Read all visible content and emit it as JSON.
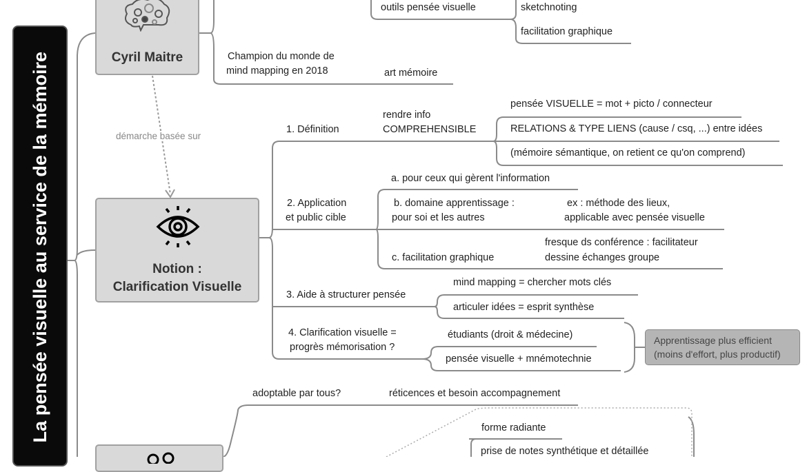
{
  "title": "La pensée visuelle au service de la mémoire",
  "nodes": {
    "cyril": {
      "label": "Cyril Maitre",
      "icon": "brain-gears-icon"
    },
    "notion": {
      "line1": "Notion :",
      "line2": "Clarification Visuelle",
      "icon": "eye-icon"
    },
    "third": {
      "icon": "people-icon"
    }
  },
  "relation_label": "démarche basée sur",
  "cyril_branches": {
    "outils": "outils pensée visuelle",
    "sketchnoting": "sketchnoting",
    "facilitation": "facilitation graphique",
    "champion_l1": "Champion du monde de",
    "champion_l2": "mind mapping en 2018",
    "art": "art mémoire"
  },
  "notion_branches": {
    "def": {
      "label": "1. Définition",
      "sub_l1": "rendre info",
      "sub_l2": "COMPREHENSIBLE",
      "items": [
        "pensée VISUELLE = mot + picto / connecteur",
        "RELATIONS & TYPE LIENS (cause / csq, ...) entre idées",
        "(mémoire sémantique, on retient ce qu'on comprend)"
      ]
    },
    "app": {
      "l1": "2. Application",
      "l2": "et public cible",
      "a": "a. pour ceux qui gèrent l'information",
      "b_l1": "b. domaine apprentissage :",
      "b_l2": "pour soi et les autres",
      "b_sub_l1": "ex : méthode des lieux,",
      "b_sub_l2": "applicable avec pensée visuelle",
      "c": "c. facilitation graphique",
      "c_sub_l1": "fresque ds conférence : facilitateur",
      "c_sub_l2": "dessine échanges groupe"
    },
    "aide": {
      "label": "3. Aide à structurer pensée",
      "items": [
        "mind mapping = chercher mots clés",
        "articuler idées = esprit synthèse"
      ]
    },
    "clar": {
      "l1": "4. Clarification visuelle =",
      "l2": "progrès mémorisation ?",
      "items": [
        "étudiants (droit & médecine)",
        "pensée visuelle + mnémotechnie"
      ],
      "result_l1": "Apprentissage plus efficient",
      "result_l2": "(moins d'effort, plus productif)"
    }
  },
  "third_branches": {
    "adoptable": "adoptable par tous?",
    "reticences": "réticences et besoin accompagnement",
    "forme": "forme radiante",
    "prise": "prise de notes synthétique et détaillée"
  }
}
